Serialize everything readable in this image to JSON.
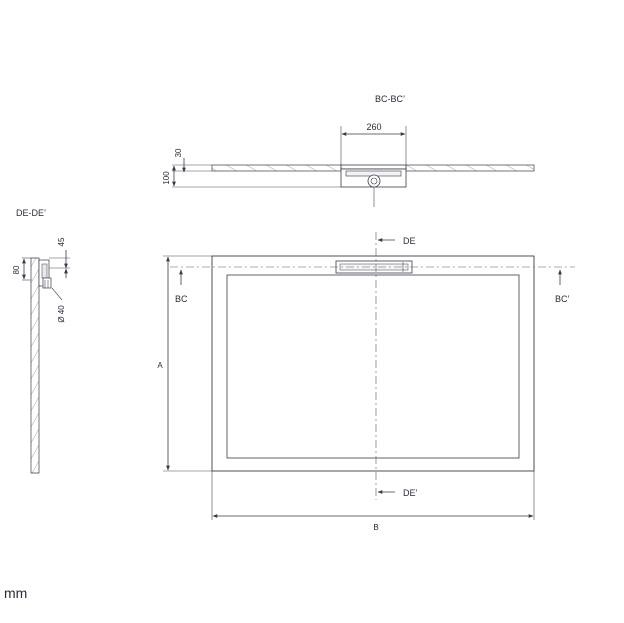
{
  "labels": {
    "section_bc": "BC-BC’",
    "section_de": "DE-DE’",
    "dim_260": "260",
    "dim_30": "30",
    "dim_100": "100",
    "dim_45": "45",
    "dim_80": "80",
    "dim_d40": "Ø 40",
    "cut_de": "DE",
    "cut_de_prime": "DE’",
    "cut_bc": "BC",
    "cut_bc_prime": "BC’",
    "dim_a": "A",
    "dim_b": "B",
    "units": "mm"
  }
}
